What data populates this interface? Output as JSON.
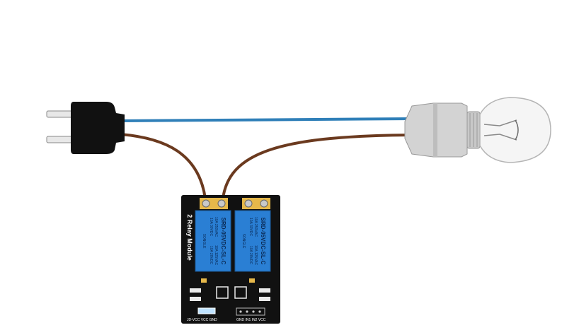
{
  "diagram": {
    "wire_colors": {
      "neutral": "#2f7fb8",
      "live": "#6b3a1f"
    },
    "plug": {
      "color": "#111111",
      "pin_color": "#e8e8e8"
    },
    "bulb": {
      "base_color": "#cfcfcf",
      "glass_color": "#f4f4f4"
    },
    "relay_module": {
      "board_color": "#111111",
      "relay_color": "#2a7fd4",
      "module_label": "2 Relay Module",
      "relays": [
        {
          "model": "SRD-05VDC-SL-C",
          "ratings": [
            "10A 250VAC",
            "10A 125VAC",
            "10A 30VDC",
            "10A 28VDC"
          ],
          "brand": "SONGLE"
        },
        {
          "model": "SRD-05VDC-SL-C",
          "ratings": [
            "10A 250VAC",
            "10A 125VAC",
            "10A 30VDC",
            "10A 28VDC"
          ],
          "brand": "SONGLE"
        }
      ],
      "header_pins_label": "JD-VCC VCC GND",
      "input_pins_label": "GND IN1 IN2 VCC"
    }
  }
}
